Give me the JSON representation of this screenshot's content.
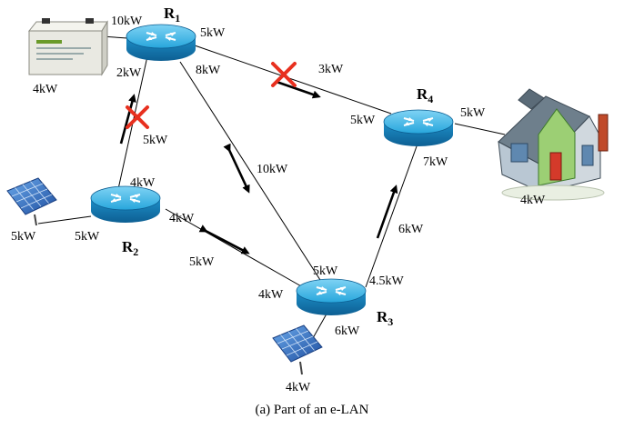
{
  "routers": {
    "r1": {
      "main": "R",
      "sub": "1"
    },
    "r2": {
      "main": "R",
      "sub": "2"
    },
    "r3": {
      "main": "R",
      "sub": "3"
    },
    "r4": {
      "main": "R",
      "sub": "4"
    }
  },
  "labels": {
    "battery_port": "10kW",
    "battery_capacity": "4kW",
    "r1_right_port": "5kW",
    "r1_lower_right_port": "8kW",
    "r1_lower_left_port": "2kW",
    "r1_r4_link": "3kW",
    "r1_r2_link": "5kW",
    "r1_r3_link": "10kW",
    "r4_left_port": "5kW",
    "r4_right_port": "5kW",
    "r4_bottom_port": "7kW",
    "house_demand": "4kW",
    "r2_top_port": "4kW",
    "r2_right_port": "4kW",
    "r2_left_port": "5kW",
    "solar_left_output": "5kW",
    "r2_r3_link": "5kW",
    "r3_top_port": "5kW",
    "r3_right_port": "4.5kW",
    "r3_left_port": "4kW",
    "r3_bottom_port": "6kW",
    "r3_r4_link": "6kW",
    "solar_bottom_output": "4kW"
  },
  "caption": "(a) Part of an e-LAN",
  "colors": {
    "router_top": "#3fb6e6",
    "router_side": "#1a86bf",
    "cross": "#e8301f",
    "battery_body": "#e9e9e2",
    "solar_panel": "#3a74c9"
  }
}
